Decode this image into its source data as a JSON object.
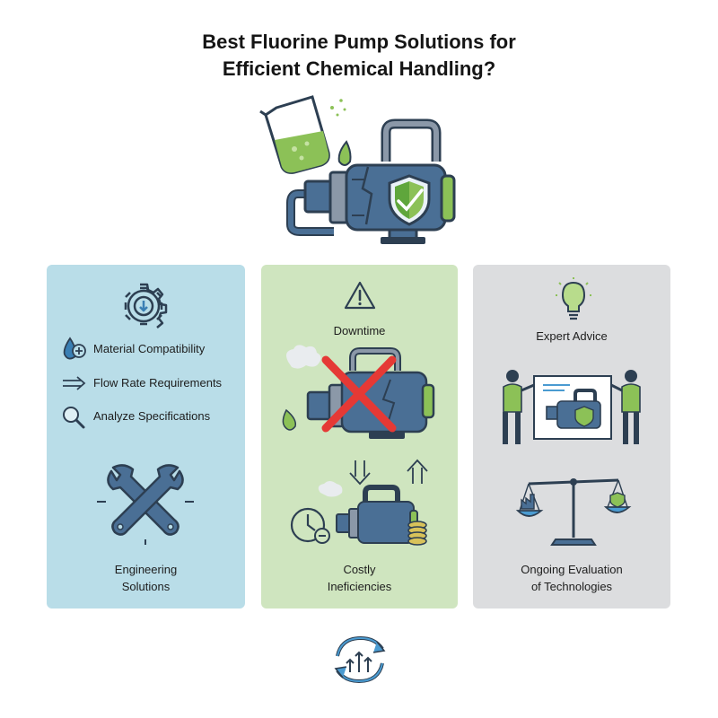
{
  "title": {
    "line1": "Best Fluorine Pump Solutions for",
    "line2": "Efficient Chemical Handling?"
  },
  "colors": {
    "pump_blue": "#4a6f95",
    "accent_green": "#8cc157",
    "panel_blue": "#b9dde8",
    "panel_green": "#cfe5bf",
    "panel_gray": "#dcdddf",
    "warning_red": "#e53935"
  },
  "hero_icons": [
    "beaker-icon",
    "pump-icon",
    "shield-icon"
  ],
  "left_panel": {
    "icon": "gear-download-icon",
    "items": [
      {
        "icon": "droplet-plus-icon",
        "label": "Material Compatibility"
      },
      {
        "icon": "arrow-right-icon",
        "label": "Flow Rate Requirements"
      },
      {
        "icon": "magnifier-icon",
        "label": "Analyze Specifications"
      }
    ],
    "bottom_icon": "crossed-wrenches-icon",
    "caption_line1": "Engineering",
    "caption_line2": "Solutions"
  },
  "middle_panel": {
    "icon": "warning-icon",
    "top_label": "Downtime",
    "arrow_icons": [
      "arrow-down-icon",
      "arrow-up-icon"
    ],
    "caption_line1": "Costly",
    "caption_line2": "Ineficiencies"
  },
  "right_panel": {
    "icon": "lightbulb-icon",
    "top_label": "Expert Advice",
    "caption_line1": "Ongoing Evaluation",
    "caption_line2": "of Technologies"
  },
  "footer_icon": "cycle-growth-icon"
}
